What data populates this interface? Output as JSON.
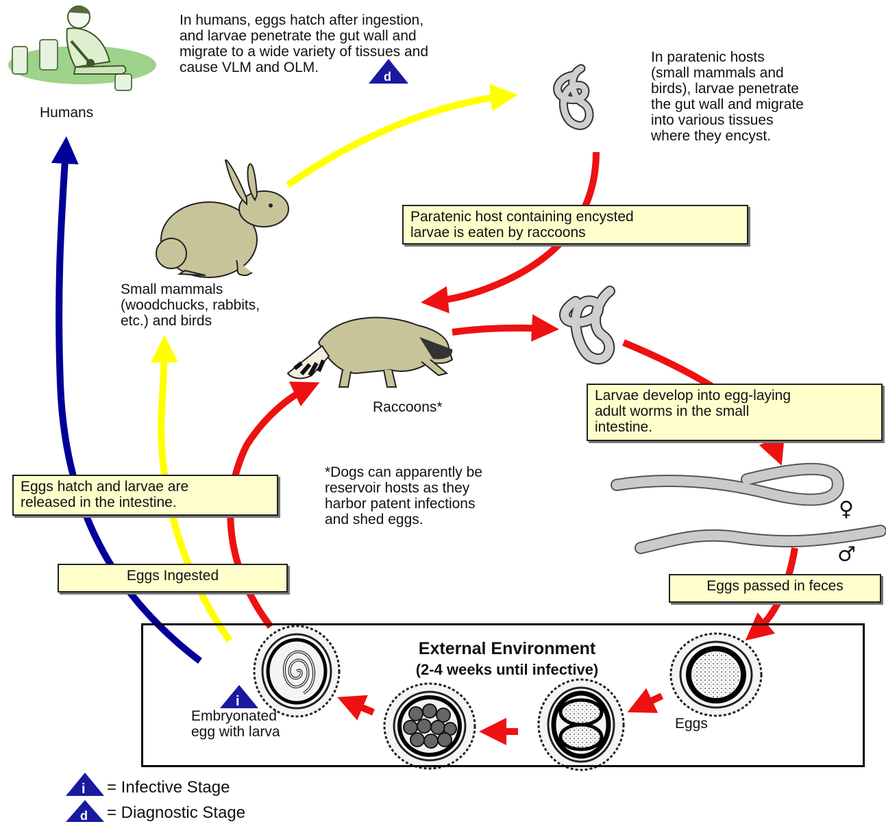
{
  "texts": {
    "humans_label": "Humans",
    "human_note": "In humans, eggs hatch after ingestion,\nand larvae penetrate the gut wall and\nmigrate to a wide variety of tissues and\ncause VLM and OLM.",
    "paratenic_note": "In paratenic hosts\n(small mammals and\nbirds), larvae penetrate\nthe gut wall and migrate\ninto various tissues\nwhere they encyst.",
    "small_mammals_label": "Small mammals\n(woodchucks, rabbits,\netc.) and birds",
    "raccoons_label": "Raccoons*",
    "dogs_note": "*Dogs can apparently be\n reservoir hosts as they\n harbor patent infections\n and shed eggs.",
    "embryonated_label": "Embryonated\negg with larva",
    "eggs_label": "Eggs",
    "env_title": "External Environment",
    "env_subtitle": "(2-4 weeks until infective)",
    "female_symbol": "♀",
    "male_symbol": "♂"
  },
  "boxes": {
    "paratenic_eaten": "Paratenic host containing encysted\nlarvae is eaten by raccoons",
    "larvae_develop": "Larvae develop into egg-laying\nadult worms in the small\nintestine.",
    "eggs_hatch": "Eggs hatch and larvae are\nreleased in the intestine.",
    "eggs_ingested": "Eggs Ingested",
    "eggs_feces": "Eggs passed in feces"
  },
  "stage_markers": {
    "diagnostic_letter": "d",
    "infective_letter": "i"
  },
  "legend": {
    "infective": "= Infective Stage",
    "diagnostic": "= Diagnostic Stage"
  },
  "colors": {
    "red_arrow": "#ee1111",
    "yellow_arrow": "#ffff00",
    "blue_arrow": "#000099",
    "box_fill": "#ffffcc",
    "animal_fill": "#c8c49a",
    "worm_fill": "#c8c8c8",
    "marker_fill": "#1a1aa0"
  }
}
